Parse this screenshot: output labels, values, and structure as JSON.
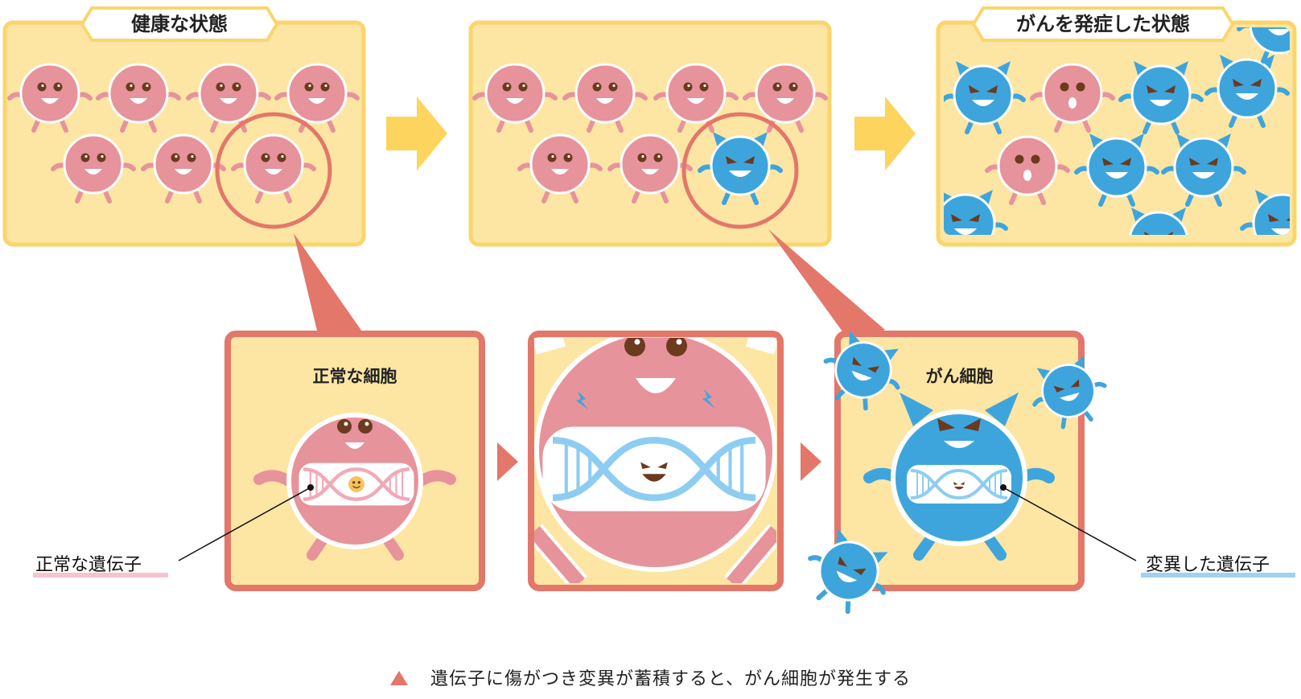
{
  "labels": {
    "healthy_state": "健康な状態",
    "cancer_state": "がんを発症した状態",
    "normal_cell": "正常な細胞",
    "cancer_cell": "がん細胞",
    "normal_gene": "正常な遺伝子",
    "mutated_gene": "変異した遺伝子"
  },
  "caption": "遺伝子に傷がつき変異が蓄積すると、がん細胞が発生する",
  "colors": {
    "panel_fill": "#fde5a4",
    "panel_border": "#fbd56b",
    "zoom_border": "#e2776a",
    "normal_cell": "#e6939b",
    "cancer_cell": "#3da5dc",
    "arrow_yellow": "#fcd45e",
    "normal_gene_underline": "#f6c3cf",
    "mutated_gene_underline": "#9fd2f1"
  },
  "icons": [
    "normal-cell-icon",
    "cancer-cell-icon",
    "dna-icon",
    "lightning-icon",
    "arrow-right-icon",
    "triangle-bullet-icon"
  ]
}
